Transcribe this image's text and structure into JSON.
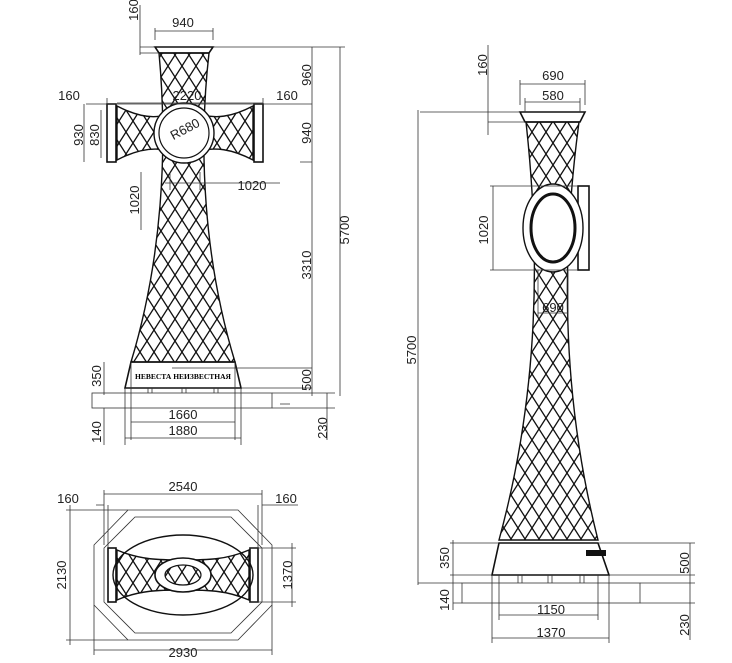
{
  "front": {
    "dims": [
      "160",
      "940",
      "960",
      "160",
      "2220",
      "160",
      "930",
      "830",
      "R680",
      "940",
      "1020",
      "1020",
      "5700",
      "3310",
      "350",
      "500",
      "1660",
      "1880",
      "140",
      "230"
    ],
    "inscription": "НЕВЕСТА НЕИЗВЕСТНАЯ"
  },
  "side": {
    "dims": [
      "160",
      "690",
      "580",
      "1020",
      "690",
      "5700",
      "350",
      "500",
      "140",
      "1150",
      "1370",
      "230"
    ]
  },
  "plan": {
    "dims": [
      "2540",
      "160",
      "160",
      "2130",
      "1370",
      "2930"
    ]
  },
  "colors": {
    "line": "#111111",
    "background": "#ffffff"
  }
}
